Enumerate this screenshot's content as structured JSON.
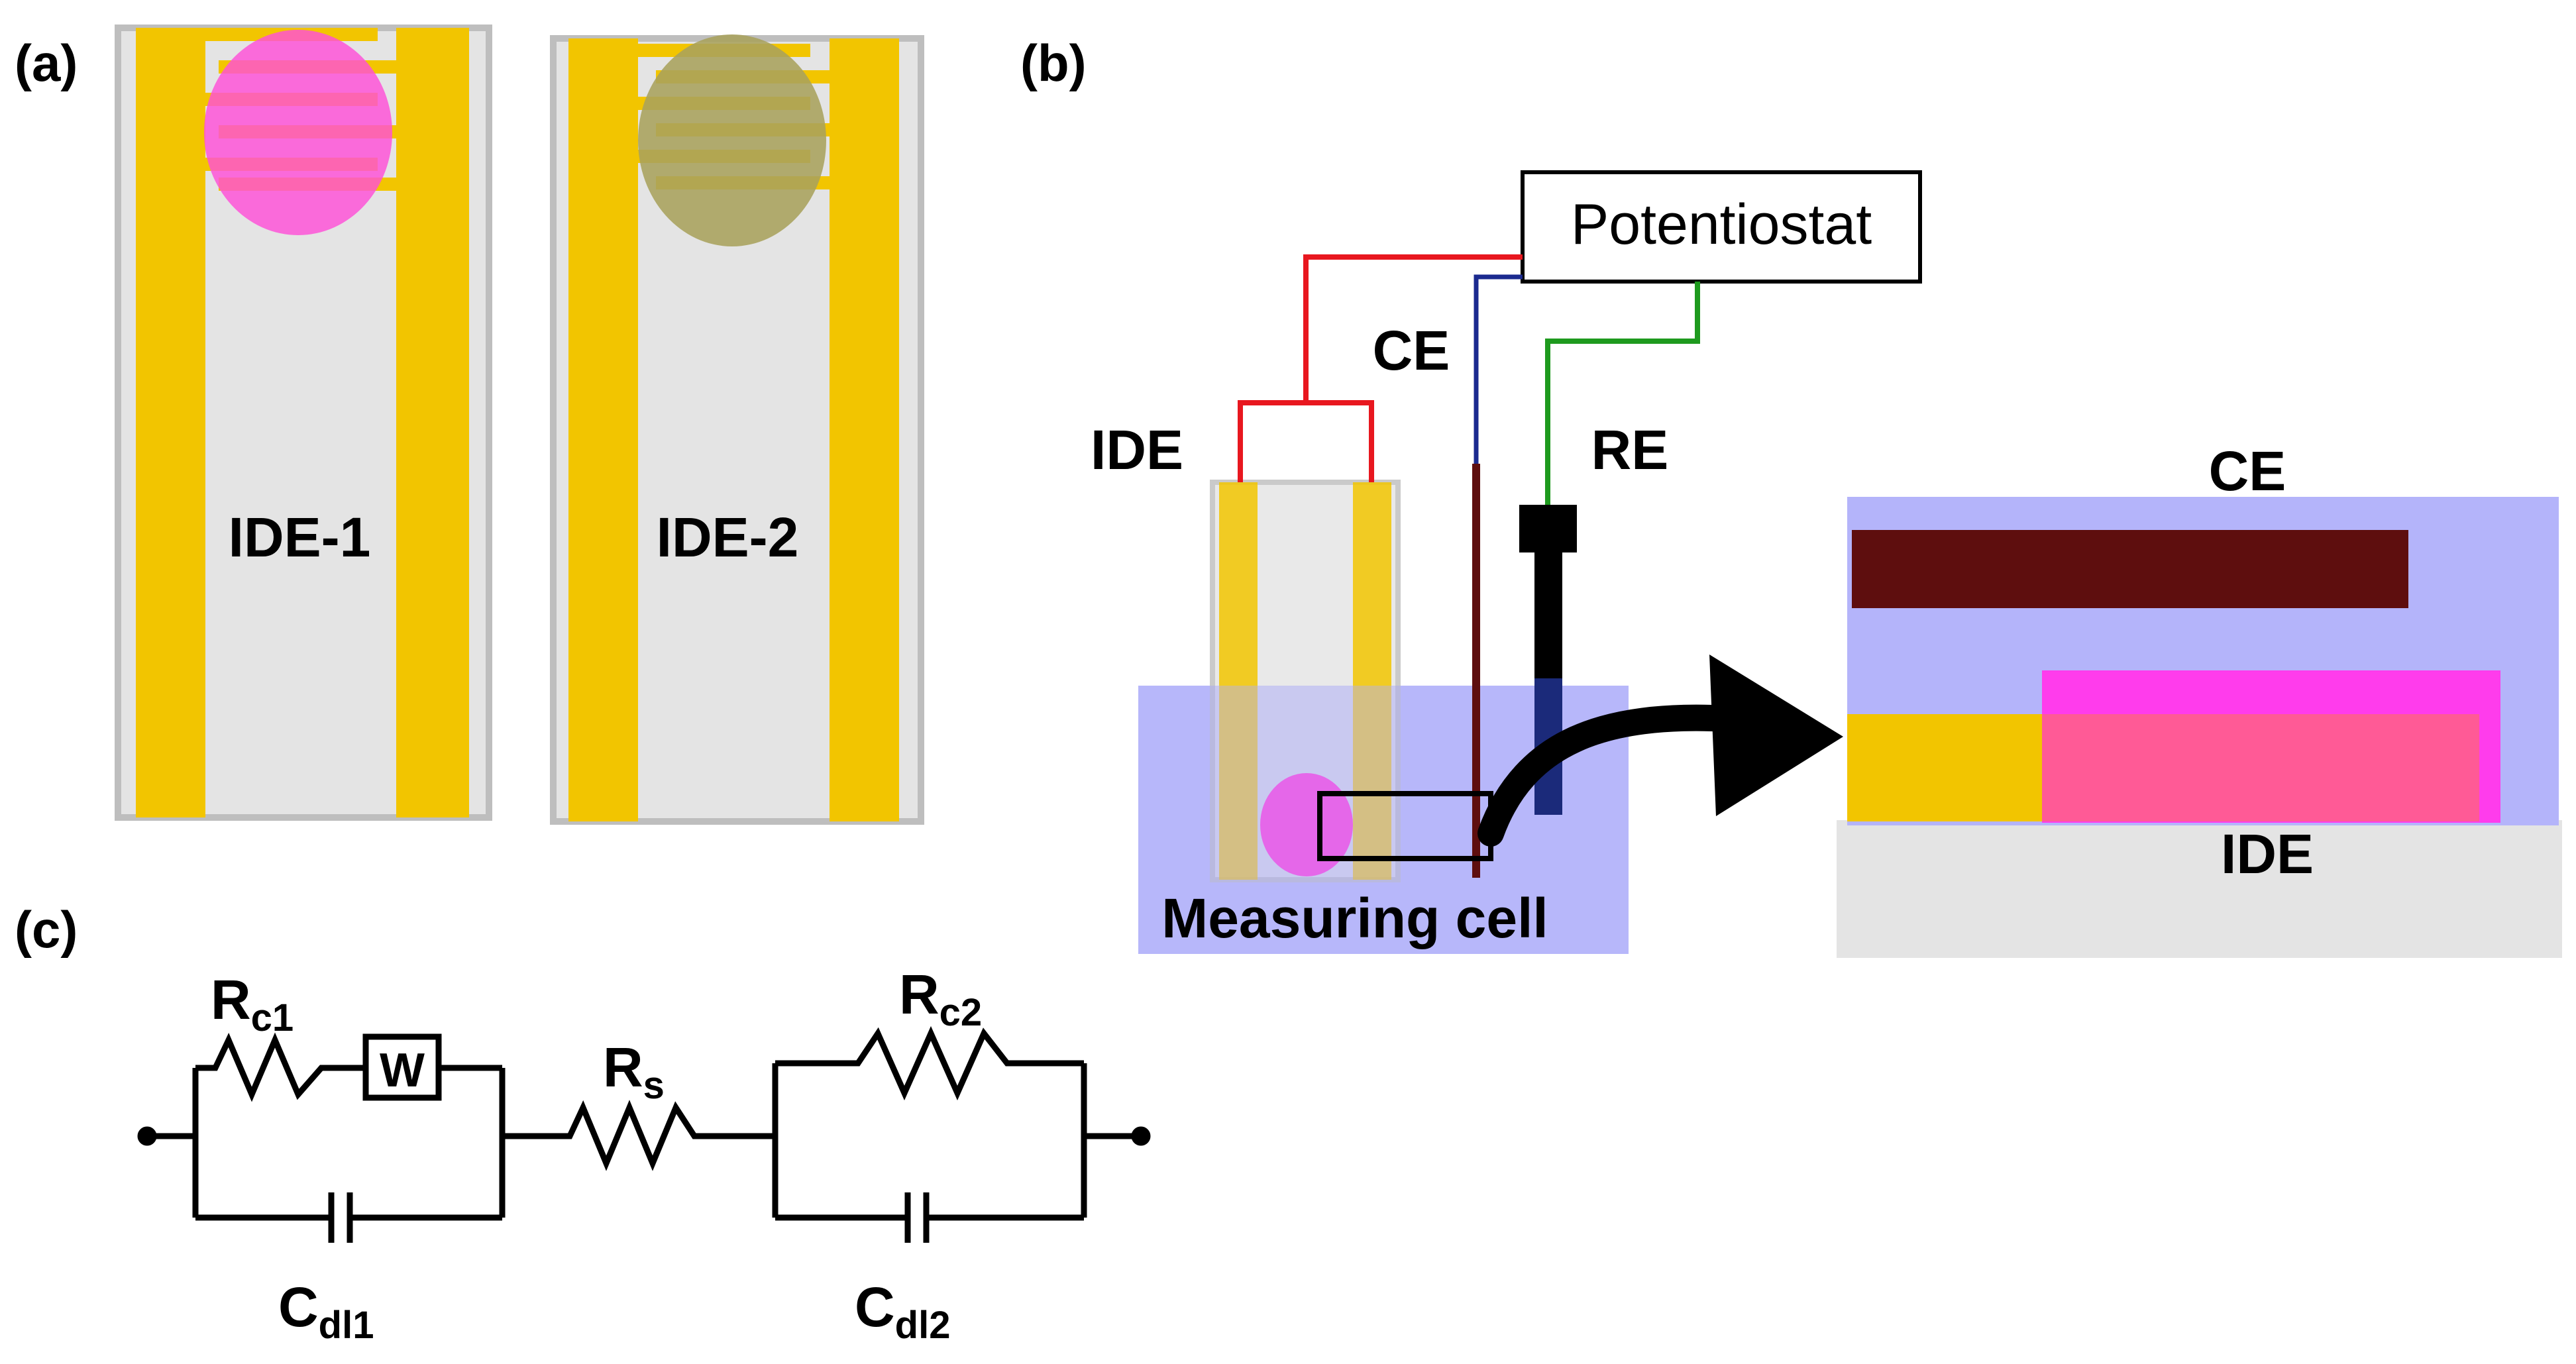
{
  "panels": {
    "a": "(a)",
    "b": "(b)",
    "c": "(c)"
  },
  "panel_a": {
    "ide1_label": "IDE-1",
    "ide2_label": "IDE-2",
    "colors": {
      "electrode": "#F2C500",
      "substrate": "#E4E4E4",
      "ide1_spot": "#FF4FD8",
      "ide2_spot": "#A9A25C"
    }
  },
  "panel_b": {
    "potentiostat_label": "Potentiostat",
    "ce_label": "CE",
    "re_label": "RE",
    "ide_label": "IDE",
    "cell_label": "Measuring cell",
    "zoom_ce_label": "CE",
    "zoom_ide_label": "IDE",
    "colors": {
      "wire_ide": "#E8171F",
      "wire_ce": "#1B2A8F",
      "wire_re": "#1E9A1E",
      "electrolyte": "#B4B4FA",
      "ce_electrode": "#5E0E0E",
      "sample": "#FF4FD8"
    }
  },
  "panel_c": {
    "rc1_main": "R",
    "rc1_sub": "c1",
    "warburg": "W",
    "rs_main": "R",
    "rs_sub": "s",
    "rc2_main": "R",
    "rc2_sub": "c2",
    "cdl1_main": "C",
    "cdl1_sub": "dl1",
    "cdl2_main": "C",
    "cdl2_sub": "dl2"
  }
}
